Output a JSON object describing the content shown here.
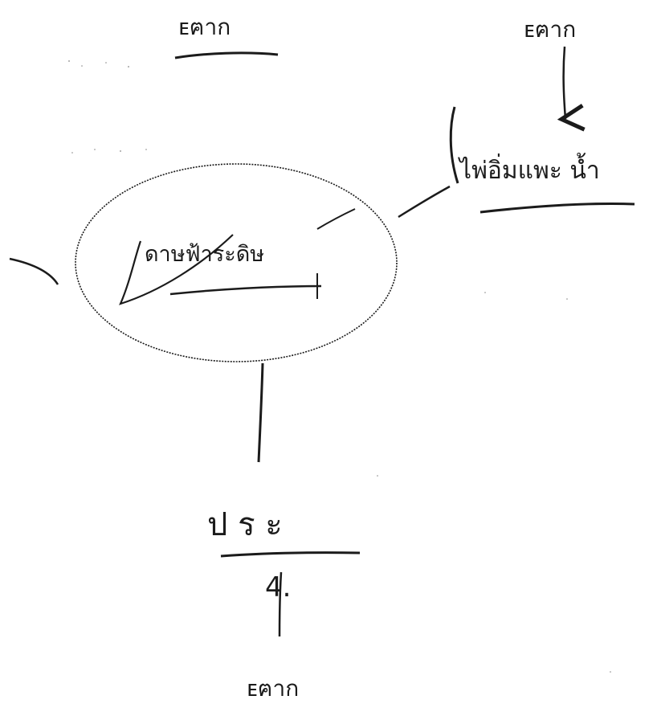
{
  "labels": {
    "top_left": "ᴇฅาก",
    "top_right": "ᴇฅาก",
    "right_branch": "ไพ่อิ่มแพะ น้ำ",
    "center": "ดาษฟ้าระดิษ",
    "bottom_stack": "ป ร ะ",
    "bottom_number": "4.",
    "bottom": "ᴇฅาก"
  },
  "ink_color": "#1b1b1b"
}
